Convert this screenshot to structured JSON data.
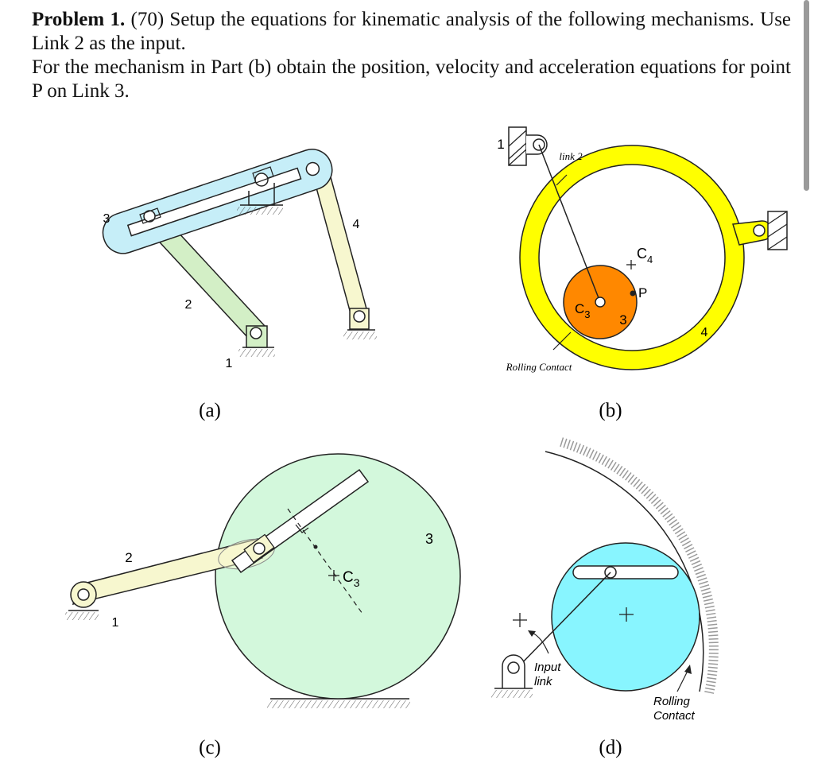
{
  "problem": {
    "heading": "Problem 1.",
    "statement": " (70) Setup the equations for kinematic analysis of the following mechanisms. Use Link 2 as the input.",
    "part_b": "For the mechanism in Part (b) obtain the position, velocity and acceleration equations for point P on Link 3."
  },
  "figure_a": {
    "caption": "(a)",
    "labels": {
      "link1": "1",
      "link2": "2",
      "link3": "3",
      "link4": "4"
    },
    "colors": {
      "link3": "#c6eef8",
      "link2": "#d3efc6",
      "link4": "#f7f7cf"
    }
  },
  "figure_b": {
    "caption": "(b)",
    "labels": {
      "link1": "1",
      "link2": "link 2",
      "c4": "C",
      "c4_sub": "4",
      "p": "P",
      "c3": "C",
      "c3_sub": "3",
      "link3": "3",
      "link4": "4",
      "rolling": "Rolling Contact"
    },
    "colors": {
      "ring": "#ffff00",
      "wheel": "#ff8800"
    }
  },
  "figure_c": {
    "caption": "(c)",
    "labels": {
      "link1": "1",
      "link2": "2",
      "link3": "3",
      "c3": "C",
      "c3_sub": "3"
    },
    "colors": {
      "disk": "#d3f8dc",
      "link2": "#f7f7cf"
    }
  },
  "figure_d": {
    "caption": "(d)",
    "labels": {
      "input_1": "Input",
      "input_2": "link",
      "rolling_1": "Rolling",
      "rolling_2": "Contact"
    },
    "colors": {
      "disk": "#88f5ff"
    }
  }
}
